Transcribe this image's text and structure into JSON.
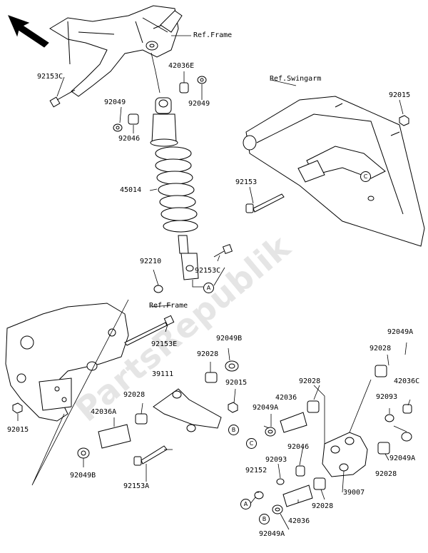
{
  "watermark": "PartsRepublik",
  "refs": {
    "frame_top": "Ref.Frame",
    "swingarm": "Ref.Swingarm",
    "frame_mid": "Ref.Frame"
  },
  "parts": {
    "p92153C_top": "92153C",
    "p42036E": "42036E",
    "p92049_left": "92049",
    "p92049_right": "92049",
    "p92046_top": "92046",
    "p45014": "45014",
    "p92210": "92210",
    "p92153C_mid": "92153C",
    "p92015_top": "92015",
    "p92153": "92153",
    "p92153E": "92153E",
    "p92049B_top": "92049B",
    "p92028_a": "92028",
    "p39111": "39111",
    "p92015_mid": "92015",
    "p92028_b": "92028",
    "p42036A": "42036A",
    "p92015_left": "92015",
    "p92049B_bot": "92049B",
    "p92153A": "92153A",
    "p92028_c": "92028",
    "p42036": "42036",
    "p92049A_a": "92049A",
    "p92049A_right": "92049A",
    "p92028_right": "92028",
    "p42036C": "42036C",
    "p92093_right": "92093",
    "p92046_bot": "92046",
    "p92093_bot": "92093",
    "p92049A_b": "92049A",
    "p92152": "92152",
    "p39007": "39007",
    "p92028_d": "92028",
    "p92028_e": "92028",
    "p42036_bot": "42036",
    "p92049A_bot": "92049A"
  },
  "callouts": {
    "A1": "A",
    "A2": "A",
    "B1": "B",
    "B2": "B",
    "C1": "C",
    "C2": "C"
  }
}
